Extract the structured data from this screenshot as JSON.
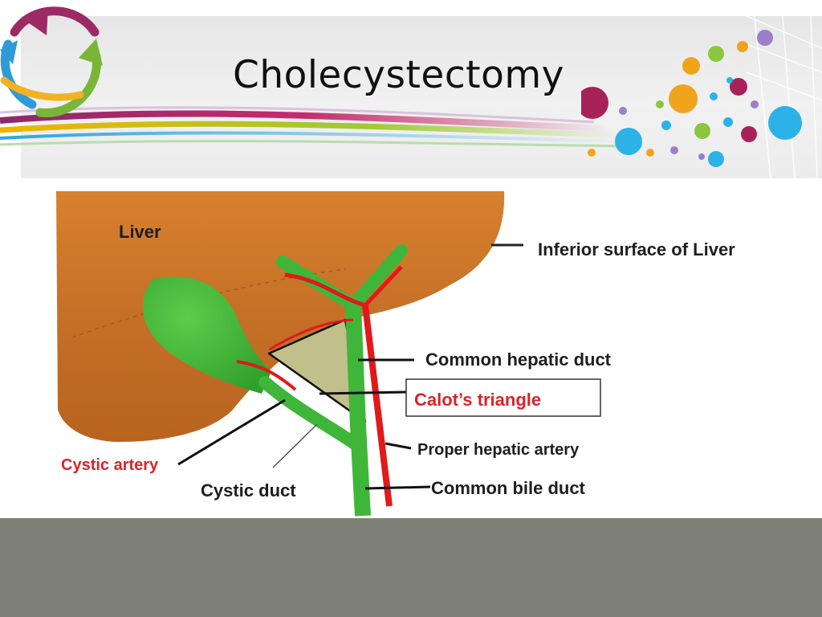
{
  "slide": {
    "title": "Cholecystectomy"
  },
  "diagram": {
    "labels": {
      "liver": "Liver",
      "inferior_surface": "Inferior surface of Liver",
      "common_hepatic_duct": "Common hepatic duct",
      "calots_triangle": "Calot’s triangle",
      "proper_hepatic_artery": "Proper hepatic artery",
      "common_bile_duct": "Common bile duct",
      "cystic_artery": "Cystic artery",
      "cystic_duct": "Cystic duct"
    }
  },
  "colors": {
    "liver": "#c9732a",
    "duct_green": "#3fb63a",
    "artery_red": "#e01a1a",
    "triangle_fill": "#c2c08a",
    "label_red": "#d8242c",
    "footer": "#7e8077"
  }
}
